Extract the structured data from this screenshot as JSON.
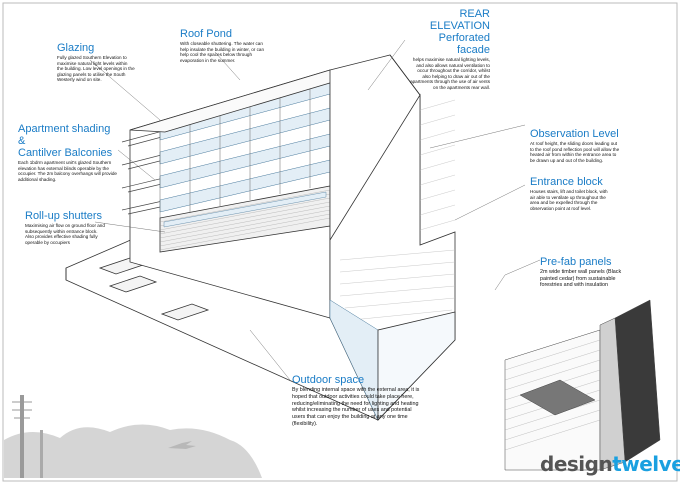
{
  "annotations": {
    "glazing": {
      "title": "Glazing",
      "body": "Fully glazed Southern Elevation to maximise natural light levels within the building. Low level openings in the glazing panels to utilise the South Westerly wind on site."
    },
    "roof_pond": {
      "title": "Roof Pond",
      "body": "With closeable shuttering. The water can help insulate the building in winter, or can help cool the spaces below through evaporation in the summer."
    },
    "rear_elevation": {
      "title1": "REAR ELEVATION",
      "title2": "Perforated facade",
      "body": "helps maximise natural lighting levels, and also allows natural ventilation to occur throughout the corridor, whilst also helping to draw air out of the apartments through the use of air vents on the apartments rear wall."
    },
    "apartment_shading": {
      "title1": "Apartment shading &",
      "title2": "Cantilver Balconies",
      "body": "Each 1bdrm apartment unit's glazed Southern elevation has external blinds operable by the occupier. The 2m balcony overhangs will provide additional shading."
    },
    "observation_level": {
      "title": "Observation Level",
      "body": "At roof height, the sliding doors leading out to the roof pond reflection pool will allow the heated air from within the entrance area to be drawn up and out of the building."
    },
    "entrance_block": {
      "title": "Entrance block",
      "body": "Houses stairs, lift and toilet block, with air able to ventilate up throughout the area and be expelled through the observation point at roof level."
    },
    "roll_up_shutters": {
      "title": "Roll-up shutters",
      "body": "Maximising air flow on ground floor and subsequently within entrance block. Also provides effective shading fully operable by occupiers"
    },
    "prefab_panels": {
      "title": "Pre-fab panels",
      "body": "2m wide timber wall panels (Black painted cedar) from sustainable forestries and with insulation"
    },
    "outdoor_space": {
      "title": "Outdoor space",
      "body": "By blending internal space with the external area, it is hoped that outdoor activities could take place here, reducing/eliminating the need for lighting and heating whilst increasing the number of uses and potential users that can enjoy the building at any one time (flexibility)."
    }
  },
  "logo": {
    "part1": "design",
    "part2": "twelve"
  },
  "colors": {
    "accent": "#1a7cc6",
    "logo_grey": "#555555",
    "logo_blue": "#1aa0e0"
  }
}
